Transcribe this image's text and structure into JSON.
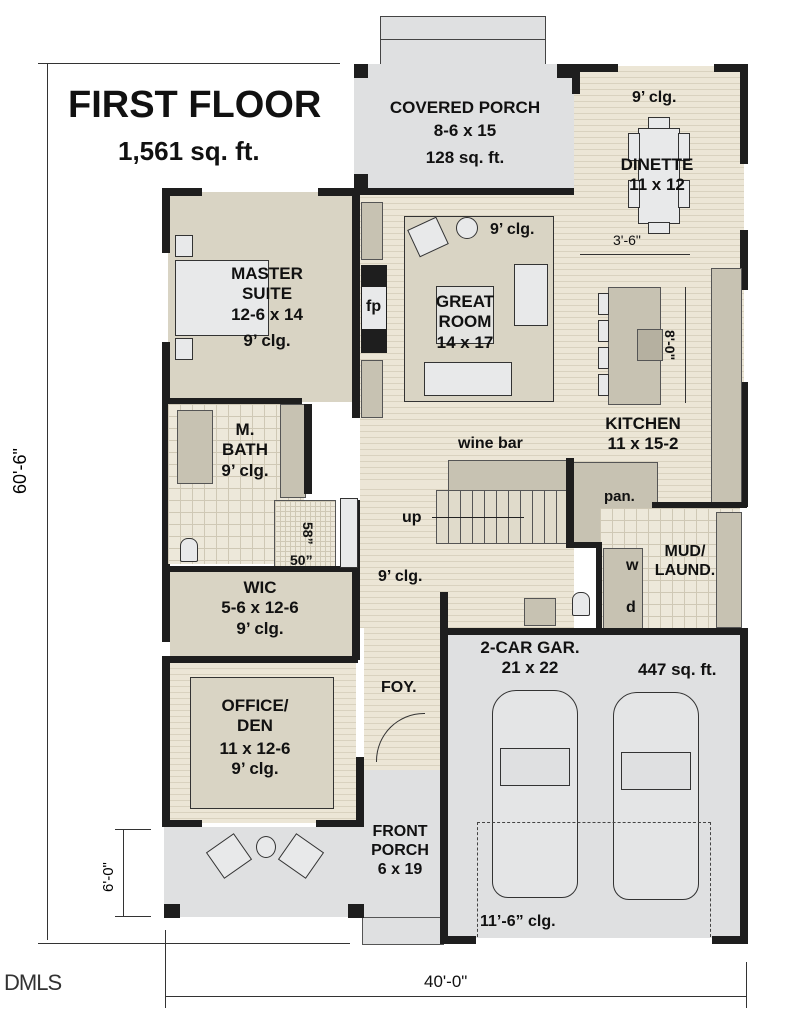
{
  "header": {
    "title": "FIRST FLOOR",
    "area": "1,561 sq. ft."
  },
  "rooms": {
    "covered_porch": {
      "name": "COVERED PORCH",
      "size": "8-6 x 15",
      "area": "128 sq. ft."
    },
    "dinette": {
      "name": "DINETTE",
      "size": "11 x 12",
      "ceiling": "9’ clg."
    },
    "master_suite": {
      "name_line1": "MASTER",
      "name_line2": "SUITE",
      "size": "12-6 x 14",
      "ceiling": "9’ clg."
    },
    "great_room": {
      "name_line1": "GREAT",
      "name_line2": "ROOM",
      "size": "14 x 17",
      "ceiling": "9’ clg.",
      "fireplace": "fp"
    },
    "kitchen": {
      "name": "KITCHEN",
      "size": "11 x 15-2",
      "island_dim": "8'-0\"",
      "aisle_dim": "3'-6\"",
      "pantry": "pan."
    },
    "master_bath": {
      "name_line1": "M.",
      "name_line2": "BATH",
      "ceiling": "9’ clg.",
      "shower_w": "50”",
      "shower_d": "58”"
    },
    "wine_bar": {
      "name": "wine bar"
    },
    "stairs": {
      "label": "up"
    },
    "hall": {
      "ceiling": "9’ clg."
    },
    "mud_laundry": {
      "name_line1": "MUD/",
      "name_line2": "LAUND.",
      "washer": "w",
      "dryer": "d"
    },
    "wic": {
      "name": "WIC",
      "size": "5-6 x 12-6",
      "ceiling": "9’ clg."
    },
    "office": {
      "name_line1": "OFFICE/",
      "name_line2": "DEN",
      "size": "11 x 12-6",
      "ceiling": "9’ clg."
    },
    "foyer": {
      "name": "FOY."
    },
    "garage": {
      "name": "2-CAR GAR.",
      "size": "21 x 22",
      "area": "447 sq. ft.",
      "ceiling": "11’-6” clg."
    },
    "front_porch": {
      "name_line1": "FRONT",
      "name_line2": "PORCH",
      "size": "6 x 19"
    }
  },
  "dimensions": {
    "overall_depth": "60'-6\"",
    "overall_width": "40'-0\"",
    "front_porch_depth": "6'-0\""
  },
  "watermark": "DMLS",
  "colors": {
    "wall": "#1e1e1e",
    "wood_floor": "#ece6d6",
    "rug": "#d9d4c4",
    "porch": "#dfe0e1",
    "cabinet": "#c7c2b2"
  }
}
